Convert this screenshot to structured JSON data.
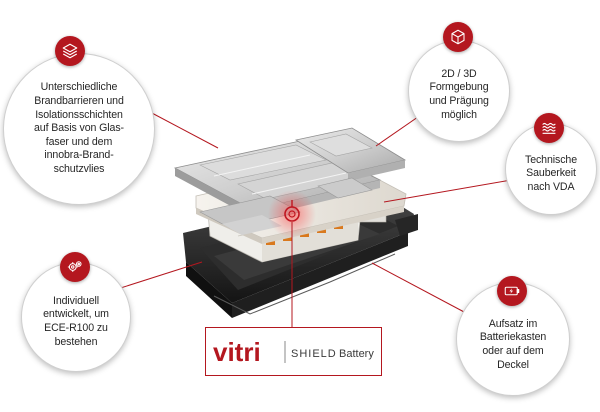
{
  "callouts": [
    {
      "id": "fire-barriers",
      "icon": "layers-icon",
      "text": "Unterschiedliche\nBrandbarrieren und\nIsolationsschichten\nauf Basis von Glas-\nfaser und dem\ninnobra-Brand-\nschutzvlies"
    },
    {
      "id": "forming",
      "icon": "cube-3d-icon",
      "text": "2D / 3D\nFormgebung\nund Prägung\nmöglich"
    },
    {
      "id": "cleanliness",
      "icon": "wave-layers-icon",
      "text": "Technische\nSauberkeit\nnach VDA"
    },
    {
      "id": "ece-r100",
      "icon": "gears-icon",
      "text": "Individuell\nentwickelt, um\nECE-R100 zu\nbestehen"
    },
    {
      "id": "mounting",
      "icon": "battery-bolt-icon",
      "text": "Aufsatz im\nBatteriekasten\noder auf dem\nDeckel"
    }
  ],
  "logo": {
    "brand": "vitri",
    "line1": "SHIELD",
    "line2": "Battery"
  },
  "colors": {
    "accent": "#b4171f",
    "line": "#b4171f",
    "text": "#262626"
  }
}
